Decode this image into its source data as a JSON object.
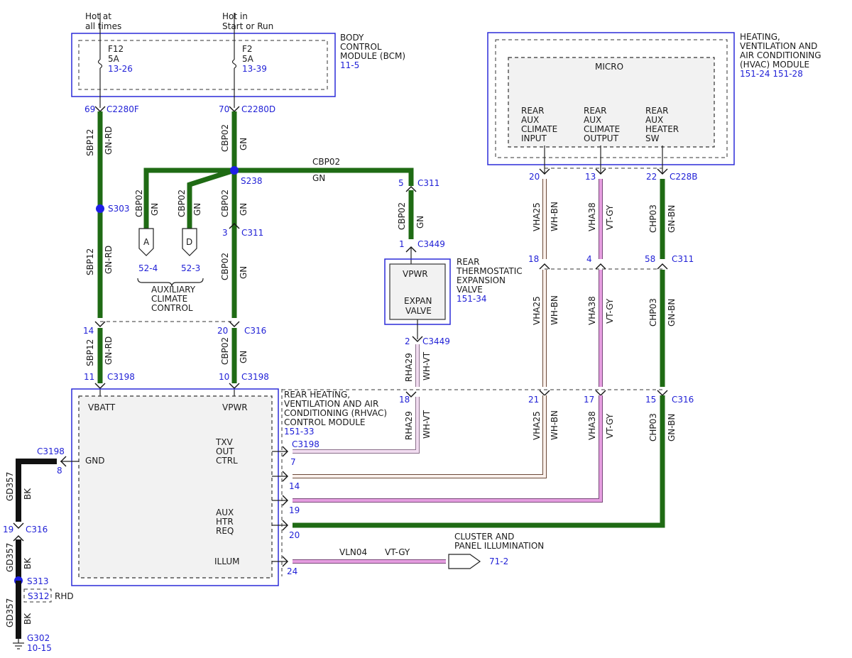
{
  "power": {
    "hot_at_all_times": [
      "Hot at",
      "all times"
    ],
    "hot_in_start": [
      "Hot in",
      "Start or Run"
    ]
  },
  "bcm": {
    "title": [
      "BODY",
      "CONTROL",
      "MODULE (BCM)"
    ],
    "ref": "11-5",
    "fuse_f12": {
      "name": "F12",
      "rating": "5A",
      "ref": "13-26"
    },
    "fuse_f2": {
      "name": "F2",
      "rating": "5A",
      "ref": "13-39"
    }
  },
  "hvac": {
    "title": [
      "HEATING,",
      "VENTILATION AND",
      "AIR CONDITIONING",
      "(HVAC) MODULE"
    ],
    "ref": "151-24  151-28",
    "micro": "MICRO",
    "pins": [
      [
        "REAR",
        "AUX",
        "CLIMATE",
        "INPUT"
      ],
      [
        "REAR",
        "AUX",
        "CLIMATE",
        "OUTPUT"
      ],
      [
        "REAR",
        "AUX",
        "HEATER",
        "SW"
      ]
    ]
  },
  "connectors": {
    "c2280f": "C2280F",
    "c2280d": "C2280D",
    "c228b": "C228B",
    "c311": "C311",
    "c316": "C316",
    "c3198": "C3198",
    "c3449": "C3449"
  },
  "pins": {
    "p69": "69",
    "p70": "70",
    "p20": "20",
    "p13": "13",
    "p22": "22",
    "p5": "5",
    "p1": "1",
    "p3": "3",
    "p18": "18",
    "p4": "4",
    "p58": "58",
    "p14": "14",
    "p11": "11",
    "p10": "10",
    "p2": "2",
    "p21": "21",
    "p17": "17",
    "p15": "15",
    "p8": "8",
    "p19": "19",
    "p7": "7",
    "p24": "24"
  },
  "splices": {
    "s238": "S238",
    "s303": "S303",
    "s313": "S313",
    "s312": "S312",
    "rhd": "RHD"
  },
  "wires": {
    "sbp12": "SBP12",
    "gn_rd": "GN-RD",
    "cbp02": "CBP02",
    "gn": "GN",
    "vha25": "VHA25",
    "wh_bn": "WH-BN",
    "vha38": "VHA38",
    "vt_gy": "VT-GY",
    "chp03": "CHP03",
    "gn_bn": "GN-BN",
    "rha29": "RHA29",
    "wh_vt": "WH-VT",
    "gd357": "GD357",
    "bk": "BK",
    "vln04": "VLN04"
  },
  "aux_climate": {
    "conn_a": "A",
    "conn_d": "D",
    "ref_a": "52-4",
    "ref_d": "52-3",
    "title": [
      "AUXILIARY",
      "CLIMATE",
      "CONTROL"
    ]
  },
  "txv": {
    "title": [
      "REAR",
      "THERMOSTATIC",
      "EXPANSION",
      "VALVE"
    ],
    "ref": "151-34",
    "vpwr": "VPWR",
    "body": [
      "EXPAN",
      "VALVE"
    ]
  },
  "rhvac": {
    "title": [
      "REAR HEATING,",
      "VENTILATION AND AIR",
      "CONDITIONING (RHVAC)",
      "CONTROL MODULE"
    ],
    "ref": "151-33",
    "vbatt": "VBATT",
    "vpwr": "VPWR",
    "gnd": "GND",
    "txv": [
      "TXV",
      "OUT",
      "CTRL"
    ],
    "aux": [
      "AUX",
      "HTR",
      "REQ"
    ],
    "illum": "ILLUM"
  },
  "cluster": {
    "title": [
      "CLUSTER AND",
      "PANEL ILLUMINATION"
    ],
    "ref": "71-2"
  },
  "ground": {
    "name": "G302",
    "ref": "10-15"
  }
}
